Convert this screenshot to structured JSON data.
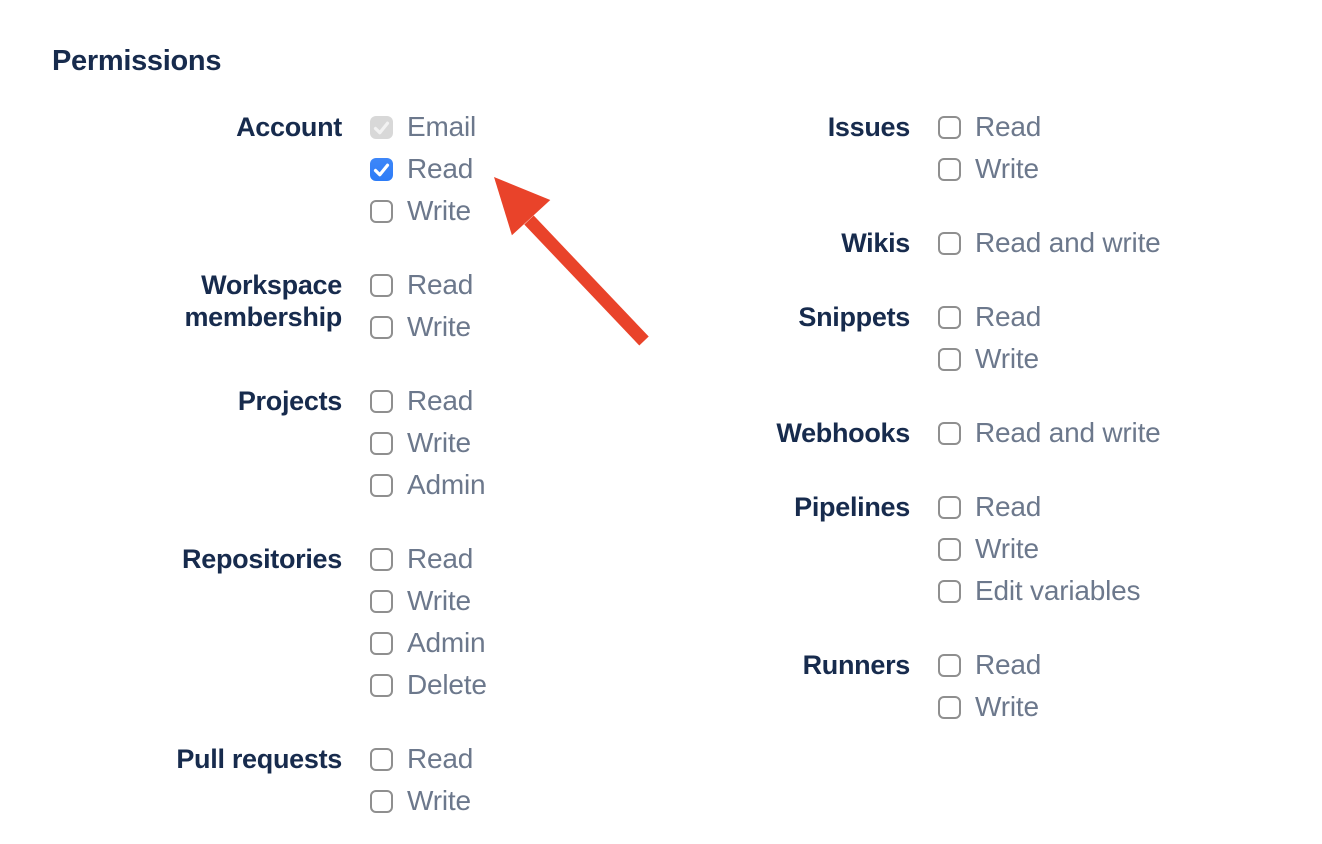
{
  "heading": "Permissions",
  "colors": {
    "heading_text": "#172B4D",
    "group_label_text": "#172B4D",
    "option_label_text": "#6C788C",
    "checkbox_border": "#8F8F8F",
    "checkbox_checked_bg": "#2D7CF7",
    "checkbox_checked_bg_top": "#3E87F8",
    "checkbox_disabled_bg": "#D8D8D8",
    "checkbox_check": "#FFFFFF",
    "checkbox_check_disabled": "#F2F2F2",
    "arrow": "#E9432A",
    "page_bg": "#FFFFFF"
  },
  "columns": [
    {
      "name": "left",
      "groups": [
        {
          "label": "Account",
          "options": [
            {
              "label": "Email",
              "checked": true,
              "disabled": true
            },
            {
              "label": "Read",
              "checked": true,
              "disabled": false
            },
            {
              "label": "Write",
              "checked": false,
              "disabled": false
            }
          ]
        },
        {
          "label": "Workspace membership",
          "options": [
            {
              "label": "Read",
              "checked": false,
              "disabled": false
            },
            {
              "label": "Write",
              "checked": false,
              "disabled": false
            }
          ]
        },
        {
          "label": "Projects",
          "options": [
            {
              "label": "Read",
              "checked": false,
              "disabled": false
            },
            {
              "label": "Write",
              "checked": false,
              "disabled": false
            },
            {
              "label": "Admin",
              "checked": false,
              "disabled": false
            }
          ]
        },
        {
          "label": "Repositories",
          "options": [
            {
              "label": "Read",
              "checked": false,
              "disabled": false
            },
            {
              "label": "Write",
              "checked": false,
              "disabled": false
            },
            {
              "label": "Admin",
              "checked": false,
              "disabled": false
            },
            {
              "label": "Delete",
              "checked": false,
              "disabled": false
            }
          ]
        },
        {
          "label": "Pull requests",
          "options": [
            {
              "label": "Read",
              "checked": false,
              "disabled": false
            },
            {
              "label": "Write",
              "checked": false,
              "disabled": false
            }
          ]
        }
      ]
    },
    {
      "name": "right",
      "groups": [
        {
          "label": "Issues",
          "options": [
            {
              "label": "Read",
              "checked": false,
              "disabled": false
            },
            {
              "label": "Write",
              "checked": false,
              "disabled": false
            }
          ]
        },
        {
          "label": "Wikis",
          "options": [
            {
              "label": "Read and write",
              "checked": false,
              "disabled": false
            }
          ]
        },
        {
          "label": "Snippets",
          "options": [
            {
              "label": "Read",
              "checked": false,
              "disabled": false
            },
            {
              "label": "Write",
              "checked": false,
              "disabled": false
            }
          ]
        },
        {
          "label": "Webhooks",
          "options": [
            {
              "label": "Read and write",
              "checked": false,
              "disabled": false
            }
          ]
        },
        {
          "label": "Pipelines",
          "options": [
            {
              "label": "Read",
              "checked": false,
              "disabled": false
            },
            {
              "label": "Write",
              "checked": false,
              "disabled": false
            },
            {
              "label": "Edit variables",
              "checked": false,
              "disabled": false
            }
          ]
        },
        {
          "label": "Runners",
          "options": [
            {
              "label": "Read",
              "checked": false,
              "disabled": false
            },
            {
              "label": "Write",
              "checked": false,
              "disabled": false
            }
          ]
        }
      ]
    }
  ],
  "annotation": {
    "type": "arrow",
    "points_at": "account-read-checkbox",
    "color": "#E9432A"
  }
}
